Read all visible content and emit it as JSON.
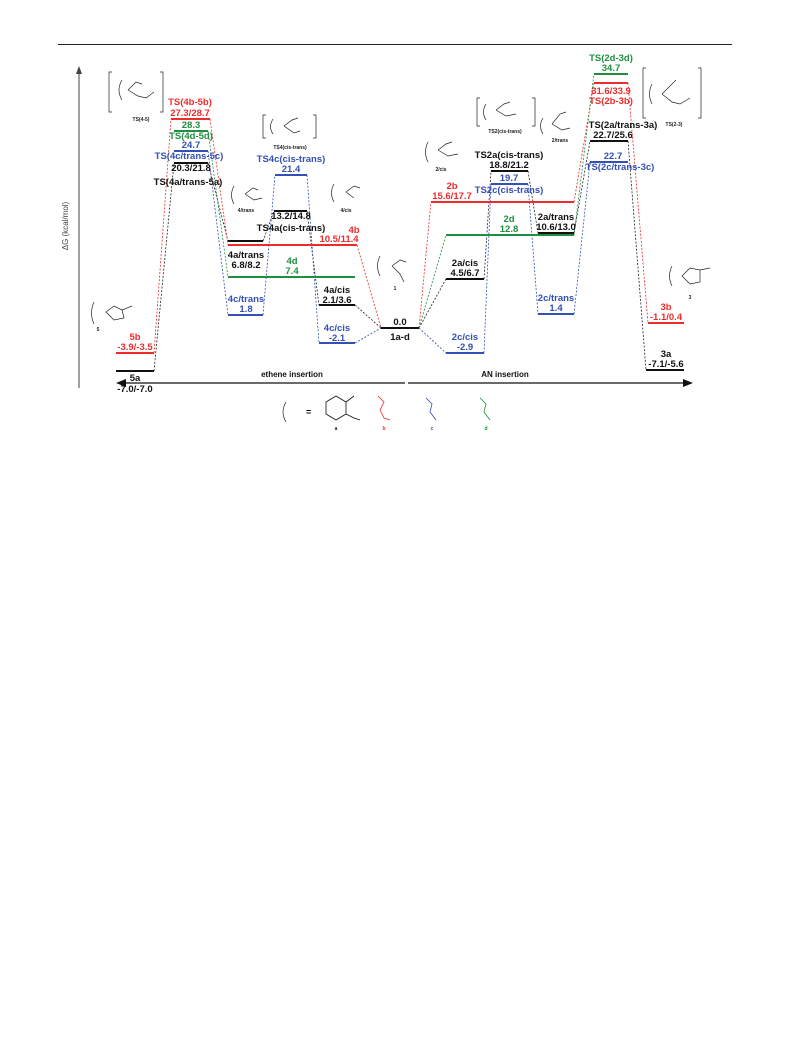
{
  "axis": {
    "ylabel": "ΔG (kcal/mol)",
    "left_region": "ethene insertion",
    "right_region": "AN insertion"
  },
  "colors": {
    "a": "#111111",
    "b": "#ee2c2c",
    "c": "#3350b5",
    "d": "#1f8f3f"
  },
  "levels": [
    {
      "id": "5a_label",
      "text": "5a"
    },
    {
      "id": "5a_val",
      "text": "-7.0/-7.0"
    },
    {
      "id": "5b_label",
      "text": "5b"
    },
    {
      "id": "5b_val",
      "text": "-3.9/-3.5"
    },
    {
      "id": "ts4b5b_label",
      "text": "TS(4b-5b)"
    },
    {
      "id": "ts4b5b_val",
      "text": "27.3/28.7"
    },
    {
      "id": "ts4d5d_val",
      "text": "28.3"
    },
    {
      "id": "ts4d5d_label",
      "text": "TS(4d-5d)"
    },
    {
      "id": "ts4c5c_val",
      "text": "24.7"
    },
    {
      "id": "ts4c5c_label",
      "text": "TS(4c/trans-5c)"
    },
    {
      "id": "ts4a5a_val",
      "text": "20.3/21.8"
    },
    {
      "id": "ts4a5a_label",
      "text": "TS(4a/trans-5a)"
    },
    {
      "id": "4atrans_label",
      "text": "4a/trans"
    },
    {
      "id": "4atrans_val",
      "text": "6.8/8.2"
    },
    {
      "id": "4d_label",
      "text": "4d"
    },
    {
      "id": "4d_val",
      "text": "7.4"
    },
    {
      "id": "4ctrans_label",
      "text": "4c/trans"
    },
    {
      "id": "4ctrans_val",
      "text": "1.8"
    },
    {
      "id": "ts4ccis_label",
      "text": "TS4c(cis-trans)"
    },
    {
      "id": "ts4ccis_val",
      "text": "21.4"
    },
    {
      "id": "ts4acis_val",
      "text": "13.2/14.8"
    },
    {
      "id": "ts4acis_label",
      "text": "TS4a(cis-trans)"
    },
    {
      "id": "4b_label",
      "text": "4b"
    },
    {
      "id": "4b_val",
      "text": "10.5/11.4"
    },
    {
      "id": "4acis_label",
      "text": "4a/cis"
    },
    {
      "id": "4acis_val",
      "text": "2.1/3.6"
    },
    {
      "id": "4ccis_label",
      "text": "4c/cis"
    },
    {
      "id": "4ccis_val",
      "text": "-2.1"
    },
    {
      "id": "1ad_val",
      "text": "0.0"
    },
    {
      "id": "1ad_label",
      "text": "1a-d"
    },
    {
      "id": "2ccis_label",
      "text": "2c/cis"
    },
    {
      "id": "2ccis_val",
      "text": "-2.9"
    },
    {
      "id": "2acis_label",
      "text": "2a/cis"
    },
    {
      "id": "2acis_val",
      "text": "4.5/6.7"
    },
    {
      "id": "2b_label",
      "text": "2b"
    },
    {
      "id": "2b_val",
      "text": "15.6/17.7"
    },
    {
      "id": "ts2acis_label",
      "text": "TS2a(cis-trans)"
    },
    {
      "id": "ts2acis_val",
      "text": "18.8/21.2"
    },
    {
      "id": "ts2ccis_val",
      "text": "19.7"
    },
    {
      "id": "ts2ccis_label",
      "text": "TS2c(cis-trans)"
    },
    {
      "id": "2d_label",
      "text": "2d"
    },
    {
      "id": "2d_val",
      "text": "12.8"
    },
    {
      "id": "2atrans_label",
      "text": "2a/trans"
    },
    {
      "id": "2atrans_val",
      "text": "10.6/13.0"
    },
    {
      "id": "2ctrans_label",
      "text": "2c/trans"
    },
    {
      "id": "2ctrans_val",
      "text": "1.4"
    },
    {
      "id": "ts2d3d_label",
      "text": "TS(2d-3d)"
    },
    {
      "id": "ts2d3d_val",
      "text": "34.7"
    },
    {
      "id": "ts2b3b_val",
      "text": "31.6/33.9"
    },
    {
      "id": "ts2b3b_label",
      "text": "TS(2b-3b)"
    },
    {
      "id": "ts2a3a_label",
      "text": "TS(2a/trans-3a)"
    },
    {
      "id": "ts2a3a_val",
      "text": "22.7/25.6"
    },
    {
      "id": "ts2c3c_val",
      "text": "22.7"
    },
    {
      "id": "ts2c3c_label",
      "text": "TS(2c/trans-3c)"
    },
    {
      "id": "3b_label",
      "text": "3b"
    },
    {
      "id": "3b_val",
      "text": "-1.1/0.4"
    },
    {
      "id": "3a_label",
      "text": "3a"
    },
    {
      "id": "3a_val",
      "text": "-7.1/-5.6"
    }
  ],
  "structures": [
    {
      "id": "mol_ts45",
      "text": "TS(4-5)"
    },
    {
      "id": "mol_ts4cis",
      "text": "TS4(cis-trans)"
    },
    {
      "id": "mol_4trans",
      "text": "4/trans"
    },
    {
      "id": "mol_4cis",
      "text": "4/cis"
    },
    {
      "id": "mol_5",
      "text": "5"
    },
    {
      "id": "mol_1",
      "text": "1"
    },
    {
      "id": "mol_2cis",
      "text": "2/cis"
    },
    {
      "id": "mol_ts2cis",
      "text": "TS2(cis-trans)"
    },
    {
      "id": "mol_2trans",
      "text": "2/trans"
    },
    {
      "id": "mol_ts23",
      "text": "TS(2-3)"
    },
    {
      "id": "mol_3",
      "text": "3"
    }
  ],
  "ligand_key": {
    "prefix": "=",
    "items": [
      {
        "id": "lig_a",
        "label": "a",
        "color": "#111111"
      },
      {
        "id": "lig_b",
        "label": "b",
        "color": "#ee2c2c"
      },
      {
        "id": "lig_c",
        "label": "c",
        "color": "#3350b5"
      },
      {
        "id": "lig_d",
        "label": "d",
        "color": "#1f8f3f"
      }
    ]
  }
}
